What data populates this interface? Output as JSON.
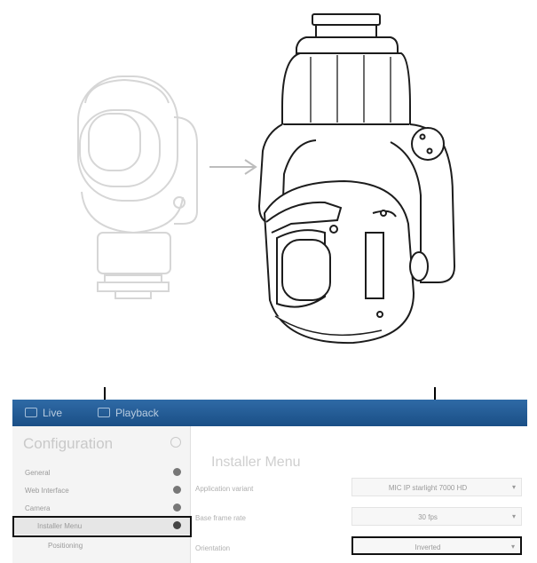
{
  "ui": {
    "nav": {
      "live_label": "Live",
      "playback_label": "Playback"
    },
    "sidebar": {
      "title": "Configuration",
      "items": [
        {
          "label": "General"
        },
        {
          "label": "Web Interface"
        },
        {
          "label": "Camera"
        },
        {
          "label": "Installer Menu"
        },
        {
          "label": "Positioning"
        }
      ]
    },
    "content": {
      "title": "Installer Menu",
      "rows": [
        {
          "label": "Application variant",
          "value": "MIC IP starlight 7000 HD"
        },
        {
          "label": "Base frame rate",
          "value": "30 fps"
        },
        {
          "label": "Orientation",
          "value": "Inverted"
        }
      ]
    }
  },
  "colors": {
    "topbar": "#1a4f86",
    "accent_line": "#111111"
  }
}
